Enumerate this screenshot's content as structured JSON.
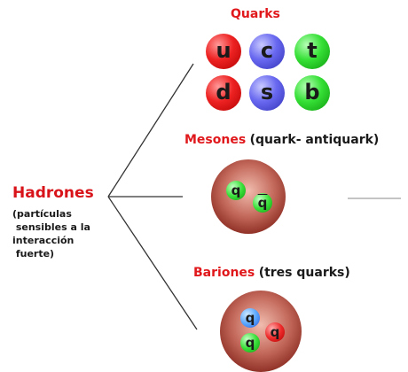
{
  "hadrones": {
    "title": "Hadrones",
    "description": "(partículas\n sensibles a la\ninteracción\n fuerte)"
  },
  "quarks": {
    "title": "Quarks",
    "items": [
      {
        "symbol": "u",
        "color": "red"
      },
      {
        "symbol": "c",
        "color": "blue"
      },
      {
        "symbol": "t",
        "color": "green"
      },
      {
        "symbol": "d",
        "color": "red"
      },
      {
        "symbol": "s",
        "color": "blue"
      },
      {
        "symbol": "b",
        "color": "green"
      }
    ]
  },
  "mesones": {
    "title": "Mesones",
    "subtitle": "(quark- antiquark)",
    "quark_label": "q",
    "antiquark_label": "q"
  },
  "bariones": {
    "title": "Bariones",
    "subtitle": "(tres quarks)",
    "quark_labels": [
      "q",
      "q",
      "q"
    ]
  },
  "colors": {
    "red_text": "#e0181c",
    "quark_red": "#ee2222",
    "quark_blue": "#6868f0",
    "quark_green": "#36e036",
    "hadron_body": "#c46a5c"
  }
}
